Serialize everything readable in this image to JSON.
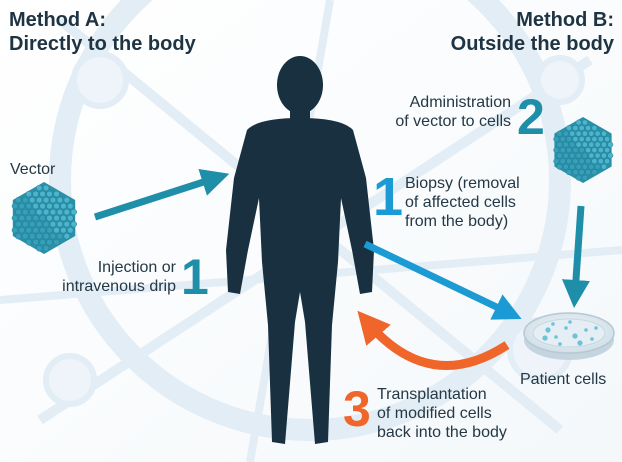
{
  "colors": {
    "background_network": "#e6eff7",
    "silhouette": "#18303f",
    "arrow_teal": "#1f8ea9",
    "arrow_blue": "#1c9ad3",
    "arrow_orange": "#f06529",
    "virus": "#3ea7bf",
    "dish_cells": "#6cc3d6"
  },
  "method_a": {
    "line1": "Method A:",
    "line2": "Directly to the body"
  },
  "method_b": {
    "line1": "Method B:",
    "line2": "Outside the body"
  },
  "vector_label": "Vector",
  "injection": {
    "line1": "Injection or",
    "line2": "intravenous drip",
    "step": "1"
  },
  "administration": {
    "line1": "Administration",
    "line2": "of vector to cells",
    "step": "2"
  },
  "biopsy": {
    "line1": "Biopsy (removal",
    "line2": "of affected cells",
    "line3": "from the body)",
    "step": "1"
  },
  "patient_cells_label": "Patient cells",
  "transplant": {
    "line1": "Transplantation",
    "line2": "of modified cells",
    "line3": "back into the body",
    "step": "3"
  },
  "icons": [
    "virus-icon",
    "human-silhouette-icon",
    "petri-dish-icon"
  ]
}
